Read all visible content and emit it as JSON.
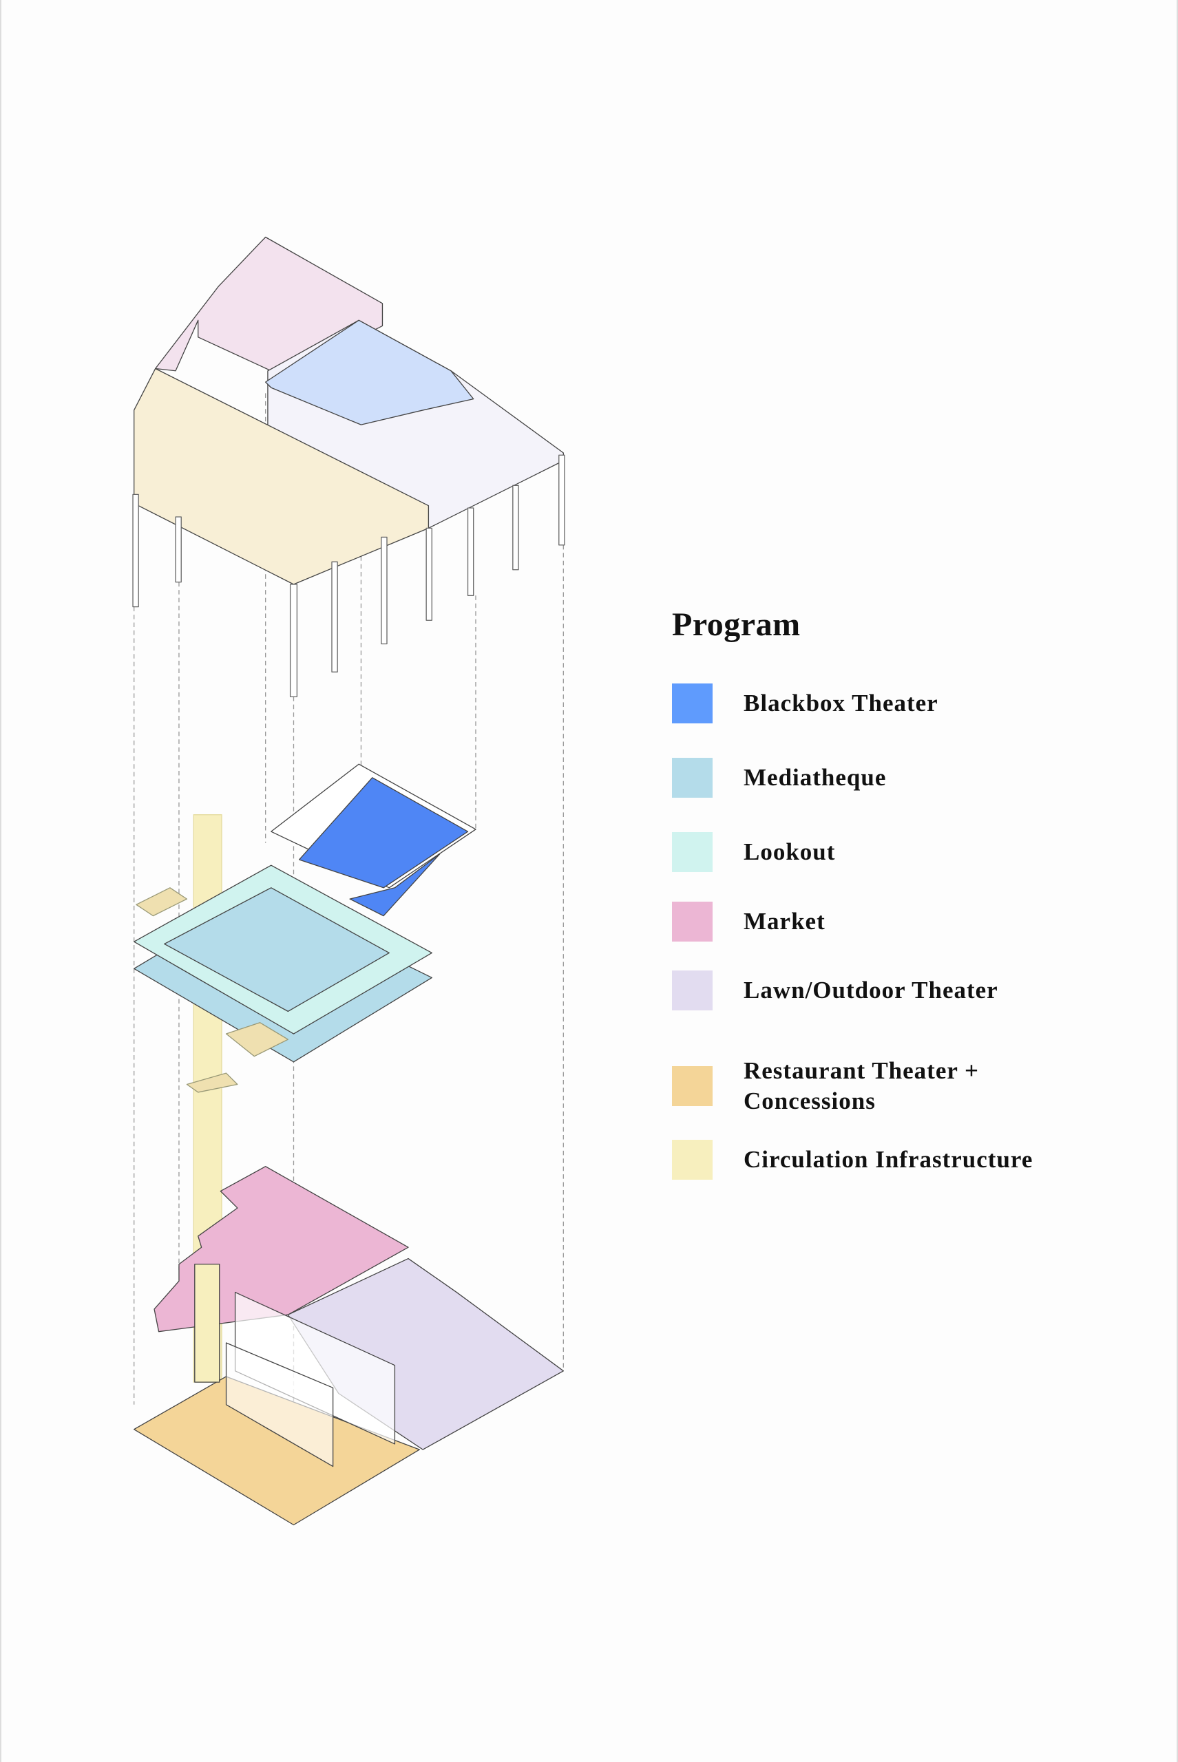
{
  "legend": {
    "title": "Program",
    "items": [
      {
        "label": "Blackbox Theater",
        "color": "#5f9bfd"
      },
      {
        "label": "Mediatheque",
        "color": "#b4dcea"
      },
      {
        "label": "Lookout",
        "color": "#d0f3ef"
      },
      {
        "label": "Market",
        "color": "#ecb6d4"
      },
      {
        "label": "Lawn/Outdoor Theater",
        "color": "#e2dcf0"
      },
      {
        "label": "Restaurant Theater + Concessions",
        "color": "#f4d598"
      },
      {
        "label": "Circulation Infrastructure",
        "color": "#f7efbe"
      }
    ]
  }
}
